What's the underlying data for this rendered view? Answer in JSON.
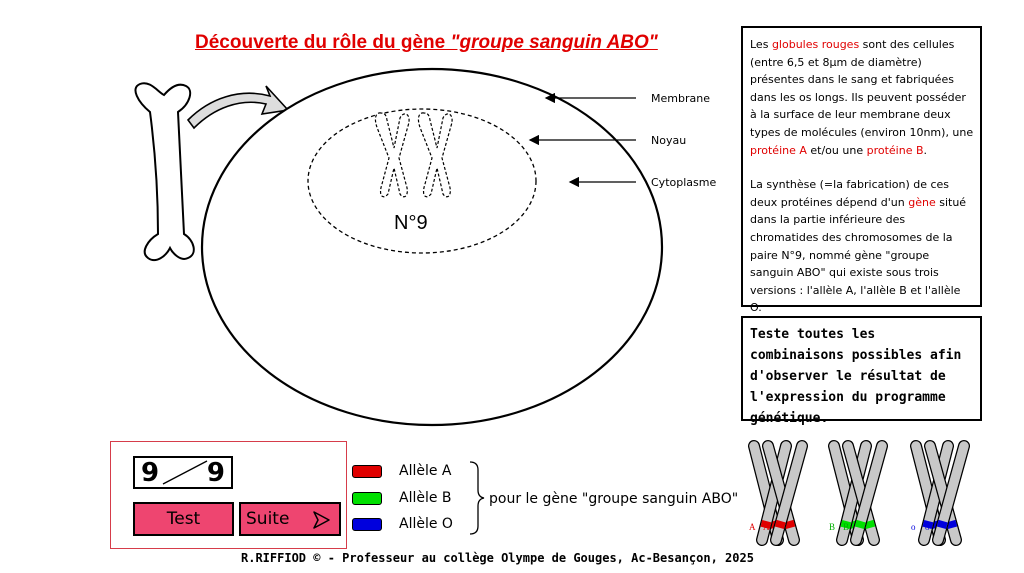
{
  "title": {
    "main": "Découverte du rôle du gène ",
    "italic": "\"groupe sanguin ABO\""
  },
  "cell": {
    "labels": {
      "membrane": "Membrane",
      "nucleus": "Noyau",
      "cytoplasm": "Cytoplasme"
    },
    "pair_label": "N°9"
  },
  "info": {
    "p1": [
      {
        "t": "Les ",
        "c": ""
      },
      {
        "t": "globules rouges",
        "c": "red"
      },
      {
        "t": " sont des cellules (entre 6,5 et 8µm de diamètre) présentes dans le sang et fabriquées dans les os longs. Ils peuvent posséder à la surface de leur membrane deux types de molécules (environ 10nm), une ",
        "c": ""
      },
      {
        "t": "protéine A",
        "c": "red"
      },
      {
        "t": " et/ou une ",
        "c": ""
      },
      {
        "t": "protéine B",
        "c": "red"
      },
      {
        "t": ".",
        "c": ""
      }
    ],
    "p2": [
      {
        "t": "La synthèse (=la fabrication) de ces deux protéines dépend d'un ",
        "c": ""
      },
      {
        "t": "gène",
        "c": "red"
      },
      {
        "t": " situé dans la partie inférieure des chromatides des chromosomes de la paire N°9, nommé gène \"groupe sanguin ABO\" qui existe sous trois versions : l'allèle A, l'allèle B et l'allèle O.",
        "c": ""
      }
    ]
  },
  "task": "Teste toutes les combinaisons possibles afin d'observer le résultat de l'expression du programme génétique.",
  "counter": {
    "current": "9",
    "total": "9"
  },
  "buttons": {
    "test": "Test",
    "next": "Suite"
  },
  "legend": {
    "items": [
      {
        "label": "Allèle A",
        "color": "#e00000"
      },
      {
        "label": "Allèle B",
        "color": "#00e000"
      },
      {
        "label": "Allèle O",
        "color": "#0000dd"
      }
    ],
    "gene_text": "pour le gène \"groupe sanguin ABO\""
  },
  "pairs": [
    {
      "tags": [
        "A",
        "A"
      ],
      "colors": [
        "#e00000",
        "#e00000"
      ],
      "tag_color": "#e00000"
    },
    {
      "tags": [
        "B",
        "B"
      ],
      "colors": [
        "#00e000",
        "#00e000"
      ],
      "tag_color": "#00b000"
    },
    {
      "tags": [
        "o",
        "o"
      ],
      "colors": [
        "#0000dd",
        "#0000dd"
      ],
      "tag_color": "#0000dd"
    }
  ],
  "colors": {
    "accent_red": "#e00000",
    "button_pink": "#ee4570",
    "panel_border": "#d63c4a"
  },
  "footer": "R.RIFFIOD © - Professeur au collège Olympe de Gouges, Ac-Besançon, 2025"
}
